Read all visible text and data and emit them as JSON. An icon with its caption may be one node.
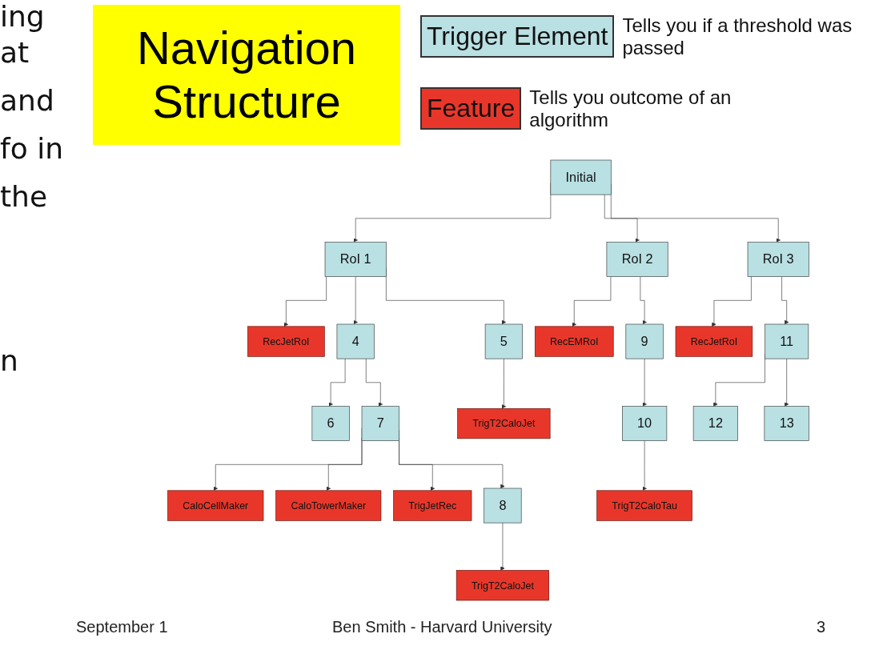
{
  "diagram": {
    "title": "Navigation Structure",
    "nodes": [
      {
        "text": [
          "Initial"
        ]
      },
      {
        "text": [
          "RoI 1"
        ]
      },
      {
        "text": [
          "RecJetRoI"
        ]
      },
      {
        "text": [
          "RoI 2"
        ]
      },
      {
        "text": [
          "RecEMRoI"
        ]
      },
      {
        "text": [
          "RoI 3"
        ]
      },
      {
        "text": [
          "RecJetRoI"
        ]
      },
      {
        "text": [
          "4"
        ]
      },
      {
        "text": [
          "5"
        ]
      },
      {
        "text": [
          "TrigT2CaloJet"
        ]
      },
      {
        "text": [
          "11"
        ]
      },
      {
        "text": [
          "CaloCellMaker"
        ]
      },
      {
        "text": [
          "6"
        ]
      },
      {
        "text": [
          "7"
        ]
      },
      {
        "text": [
          "9"
        ]
      },
      {
        "text": [
          "12"
        ]
      },
      {
        "text": [
          "13"
        ]
      },
      {
        "text": [
          "CaloTowerMaker"
        ]
      },
      {
        "text": [
          "TrigJetRec"
        ]
      },
      {
        "text": [
          "10"
        ]
      },
      {
        "text": [
          "TrigT2CaloTau"
        ]
      },
      {
        "text": [
          "8"
        ]
      },
      {
        "text": [
          "TrigT2CaloJet"
        ]
      }
    ],
    "edges": [
      {
        "from": 0,
        "to": 1,
        "arrow": "to"
      },
      {
        "from": 0,
        "to": 3,
        "arrow": "to"
      },
      {
        "from": 0,
        "to": 5,
        "arrow": "to"
      },
      {
        "from": 1,
        "to": 2,
        "arrow": "to"
      },
      {
        "from": 3,
        "to": 4,
        "arrow": "to"
      },
      {
        "from": 5,
        "to": 6,
        "arrow": "to"
      },
      {
        "from": 1,
        "to": 7,
        "arrow": "to"
      },
      {
        "from": 1,
        "to": 8,
        "arrow": "to"
      },
      {
        "from": 8,
        "to": 9,
        "arrow": "to"
      },
      {
        "from": 3,
        "to": 14,
        "arrow": "to"
      },
      {
        "from": 5,
        "to": 10,
        "arrow": "to"
      },
      {
        "from": 7,
        "to": 12,
        "arrow": "to"
      },
      {
        "from": 7,
        "to": 13,
        "arrow": "to"
      },
      {
        "from": 13,
        "to": 11,
        "arrow": "to"
      },
      {
        "from": 13,
        "to": 17,
        "arrow": "to"
      },
      {
        "from": 13,
        "to": 18,
        "arrow": "to"
      },
      {
        "from": 13,
        "to": 21,
        "arrow": "to"
      },
      {
        "from": 21,
        "to": 22,
        "arrow": "to"
      },
      {
        "from": 14,
        "to": 19,
        "arrow": "to"
      },
      {
        "from": 19,
        "to": 20,
        "arrow": "to"
      },
      {
        "from": 10,
        "to": 15,
        "arrow": "to"
      },
      {
        "from": 10,
        "to": 16,
        "arrow": "to"
      }
    ],
    "labels": [
      "ing",
      "at",
      "and",
      "fo in",
      "the",
      "n",
      "Tells you if a threshold was passed",
      "Tells you outcome of an algorithm",
      "September 1",
      "Ben Smith - Harvard University",
      "3"
    ],
    "legend": [
      {
        "text": "Trigger Element",
        "color": "#b9e0e3"
      },
      {
        "text": "Feature",
        "color": "#e8372a"
      }
    ]
  }
}
